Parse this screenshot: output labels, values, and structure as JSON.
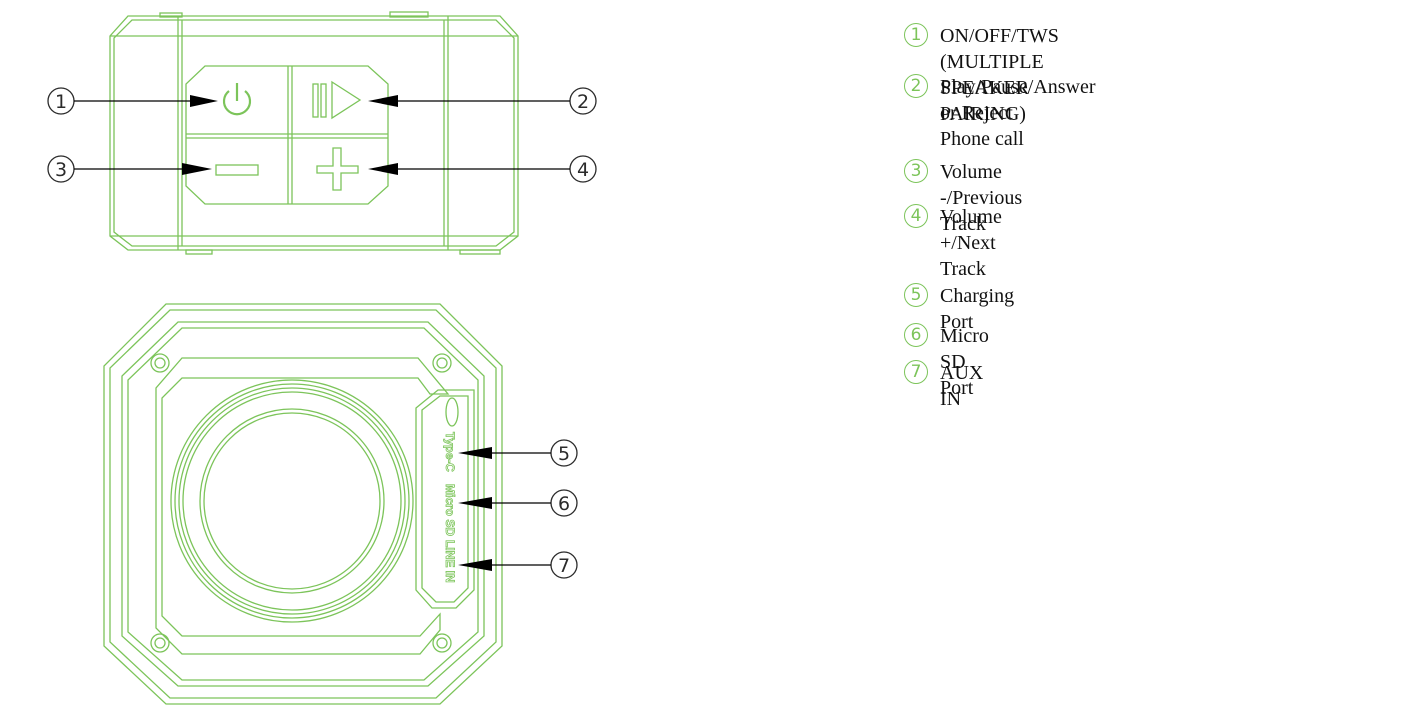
{
  "callouts": {
    "c1": "1",
    "c2": "2",
    "c3": "3",
    "c4": "4",
    "c5": "5",
    "c6": "6",
    "c7": "7"
  },
  "port_labels": {
    "type_c": "Type-C",
    "micro_sd": "Micro SD",
    "line_in": "LINE IN"
  },
  "legend": [
    {
      "num": "1",
      "text": "ON/OFF/TWS (MULTIPLE SPEAKER PAIRING)"
    },
    {
      "num": "2",
      "text": "Play/Pause/Answer or Reject\nPhone call"
    },
    {
      "num": "3",
      "text": "Volume -/Previous Track"
    },
    {
      "num": "4",
      "text": "Volume +/Next Track"
    },
    {
      "num": "5",
      "text": "Charging Port"
    },
    {
      "num": "6",
      "text": "Micro SD Port"
    },
    {
      "num": "7",
      "text": "AUX IN"
    }
  ],
  "colors": {
    "outline": "#7cc45a",
    "callout": "#000000"
  }
}
